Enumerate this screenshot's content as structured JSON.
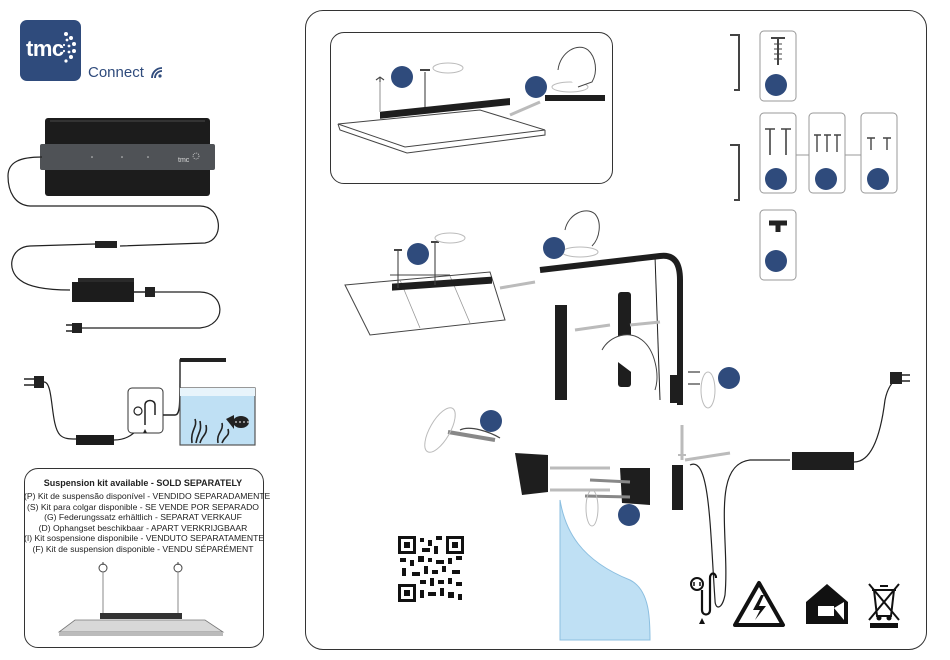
{
  "brand": {
    "logo_text": "tmc",
    "product_name": "Connect"
  },
  "suspension_kit": {
    "title": "Suspension kit available - SOLD SEPARATELY",
    "lines": [
      "(P) Kit de suspensão disponível - VENDIDO SEPARADAMENTE",
      "(S) Kit para colgar disponible - SE VENDE POR SEPARADO",
      "(G) Federungssatz erhältlich - SEPARAT VERKAUF",
      "(D) Ophangset beschikbaar - APART VERKRIJGBAAR",
      "(I) Kit sospensione disponibile - VENDUTO SEPARATAMENTE",
      "(F) Kit de suspension disponible - VENDU SÉPARÉMENT"
    ]
  },
  "icons": {
    "wifi": "wifi-icon",
    "drip_loop": "drip-loop-icon",
    "warning": "electrical-warning-icon",
    "indoor": "indoor-use-icon",
    "weee": "weee-bin-icon",
    "qr": "qr-code-icon",
    "allen_key": "allen-key-icon"
  },
  "colors": {
    "brand_blue": "#2f4b7c",
    "water_blue": "#bfe0f4",
    "light_bar": "#1e1e1e",
    "arrow_grey": "#b9b9b9"
  }
}
